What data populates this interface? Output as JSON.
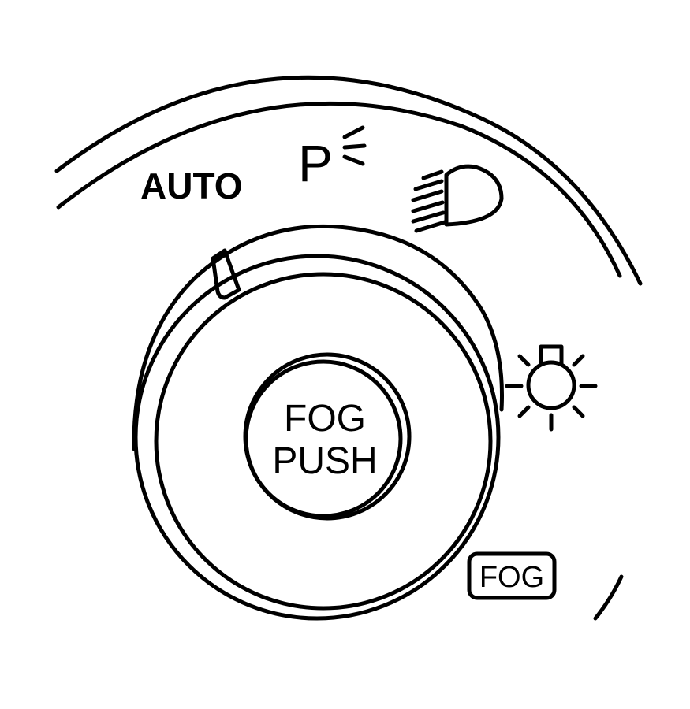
{
  "labels": {
    "auto": "AUTO",
    "parking_letter": "P",
    "knob_line1": "FOG",
    "knob_line2": "PUSH",
    "fog_badge": "FOG"
  },
  "icons": {
    "parking_lamp": "parking-lamp-icon",
    "headlamp": "low-beam-headlamp-icon",
    "interior_lamp": "dome-lamp-icon",
    "selector_mark": "knob-pointer-icon"
  },
  "colors": {
    "line": "#000000",
    "background": "#ffffff"
  }
}
